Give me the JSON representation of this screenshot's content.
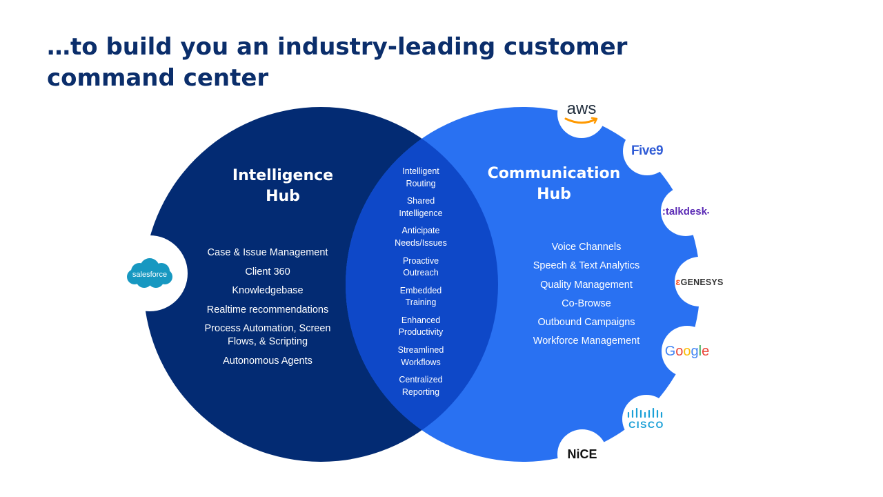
{
  "title_lines": [
    "…to build you an industry-leading customer",
    "command center"
  ],
  "colors": {
    "title": "#0b2e6b",
    "intelligence_hub": "#032b73",
    "communication_hub": "#2971f2",
    "overlap": "#0e48c8"
  },
  "intelligence_hub": {
    "title_lines": [
      "Intelligence",
      "Hub"
    ],
    "items": [
      "Case & Issue Management",
      "Client 360",
      "Knowledgebase",
      "Realtime recommendations",
      "Process Automation, Screen Flows, & Scripting",
      "Autonomous Agents"
    ]
  },
  "communication_hub": {
    "title_lines": [
      "Communication",
      "Hub"
    ],
    "items": [
      "Voice Channels",
      "Speech & Text Analytics",
      "Quality Management",
      "Co-Browse",
      "Outbound Campaigns",
      "Workforce Management"
    ]
  },
  "overlap": {
    "items": [
      [
        "Intelligent",
        "Routing"
      ],
      [
        "Shared",
        "Intelligence"
      ],
      [
        "Anticipate",
        "Needs/Issues"
      ],
      [
        "Proactive",
        "Outreach"
      ],
      [
        "Embedded",
        "Training"
      ],
      [
        "Enhanced",
        "Productivity"
      ],
      [
        "Streamlined",
        "Workflows"
      ],
      [
        "Centralized",
        "Reporting"
      ]
    ]
  },
  "logos": {
    "salesforce": "salesforce",
    "aws": "aws",
    "five9": "Five9",
    "talkdesk": "talkdesk",
    "genesys": "GENESYS",
    "google": [
      "G",
      "o",
      "o",
      "g",
      "l",
      "e"
    ],
    "cisco": "CISCO",
    "nice": "NiCE"
  }
}
